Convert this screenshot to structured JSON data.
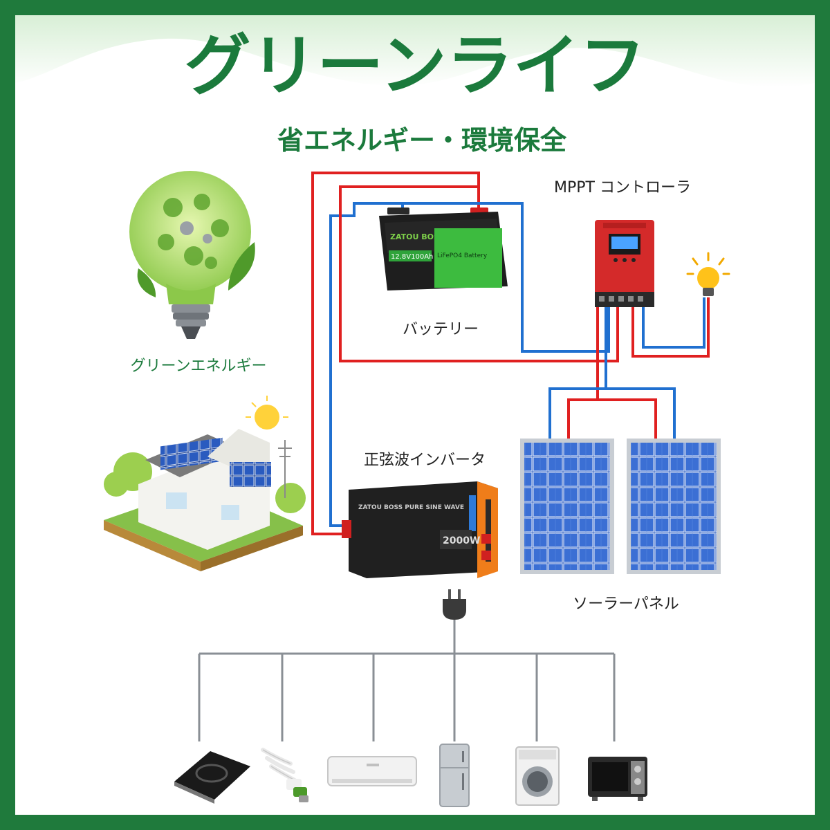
{
  "header": {
    "title": "グリーンライフ",
    "subtitle": "省エネルギー・環境保全"
  },
  "labels": {
    "green_energy": "グリーンエネルギー",
    "battery": "バッテリー",
    "controller": "MPPT コントローラ",
    "inverter": "正弦波インバータ",
    "solar_panel": "ソーラーパネル"
  },
  "battery_face": {
    "brand": "ZATOU BOSS",
    "rating": "12.8V100Ah",
    "chemistry": "LiFePO4 Battery"
  },
  "inverter_face": {
    "brand": "ZATOU BOSS PURE SINE WAVE",
    "power": "2000W"
  },
  "colors": {
    "frame_green": "#1f7a3c",
    "title_green": "#1b7a3c",
    "wire_red": "#e02020",
    "wire_blue": "#2070d0",
    "panel_blue": "#2f5fbf",
    "controller_red": "#d42a2a",
    "inverter_orange": "#ef7d1a"
  },
  "icons": [
    "lightbulb-icon",
    "plug-icon",
    "induction-cooker-icon",
    "cfl-bulb-icon",
    "air-conditioner-icon",
    "refrigerator-icon",
    "washing-machine-icon",
    "microwave-icon"
  ]
}
